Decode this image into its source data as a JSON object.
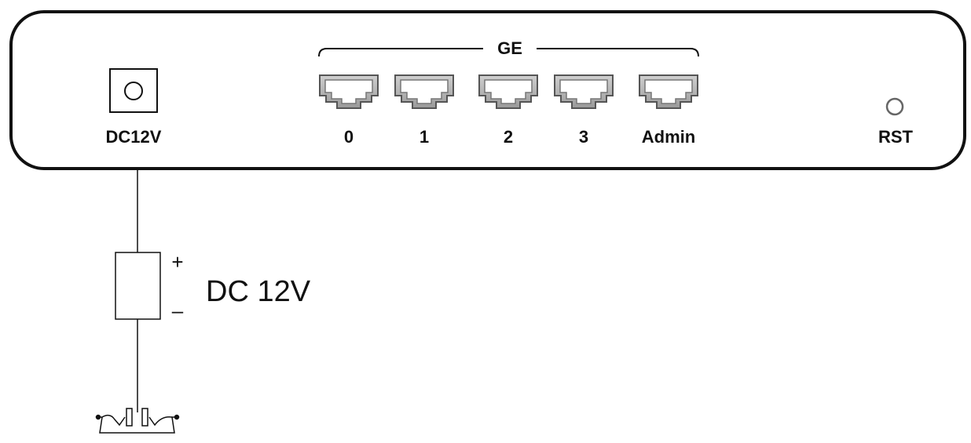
{
  "device": {
    "power_port_label": "DC12V",
    "ge_group_label": "GE",
    "ports": [
      {
        "label": "0"
      },
      {
        "label": "1"
      },
      {
        "label": "2"
      },
      {
        "label": "3"
      },
      {
        "label": "Admin"
      }
    ],
    "reset_label": "RST"
  },
  "power_supply": {
    "label": "DC 12V",
    "positive_symbol": "+",
    "negative_symbol": "–"
  }
}
